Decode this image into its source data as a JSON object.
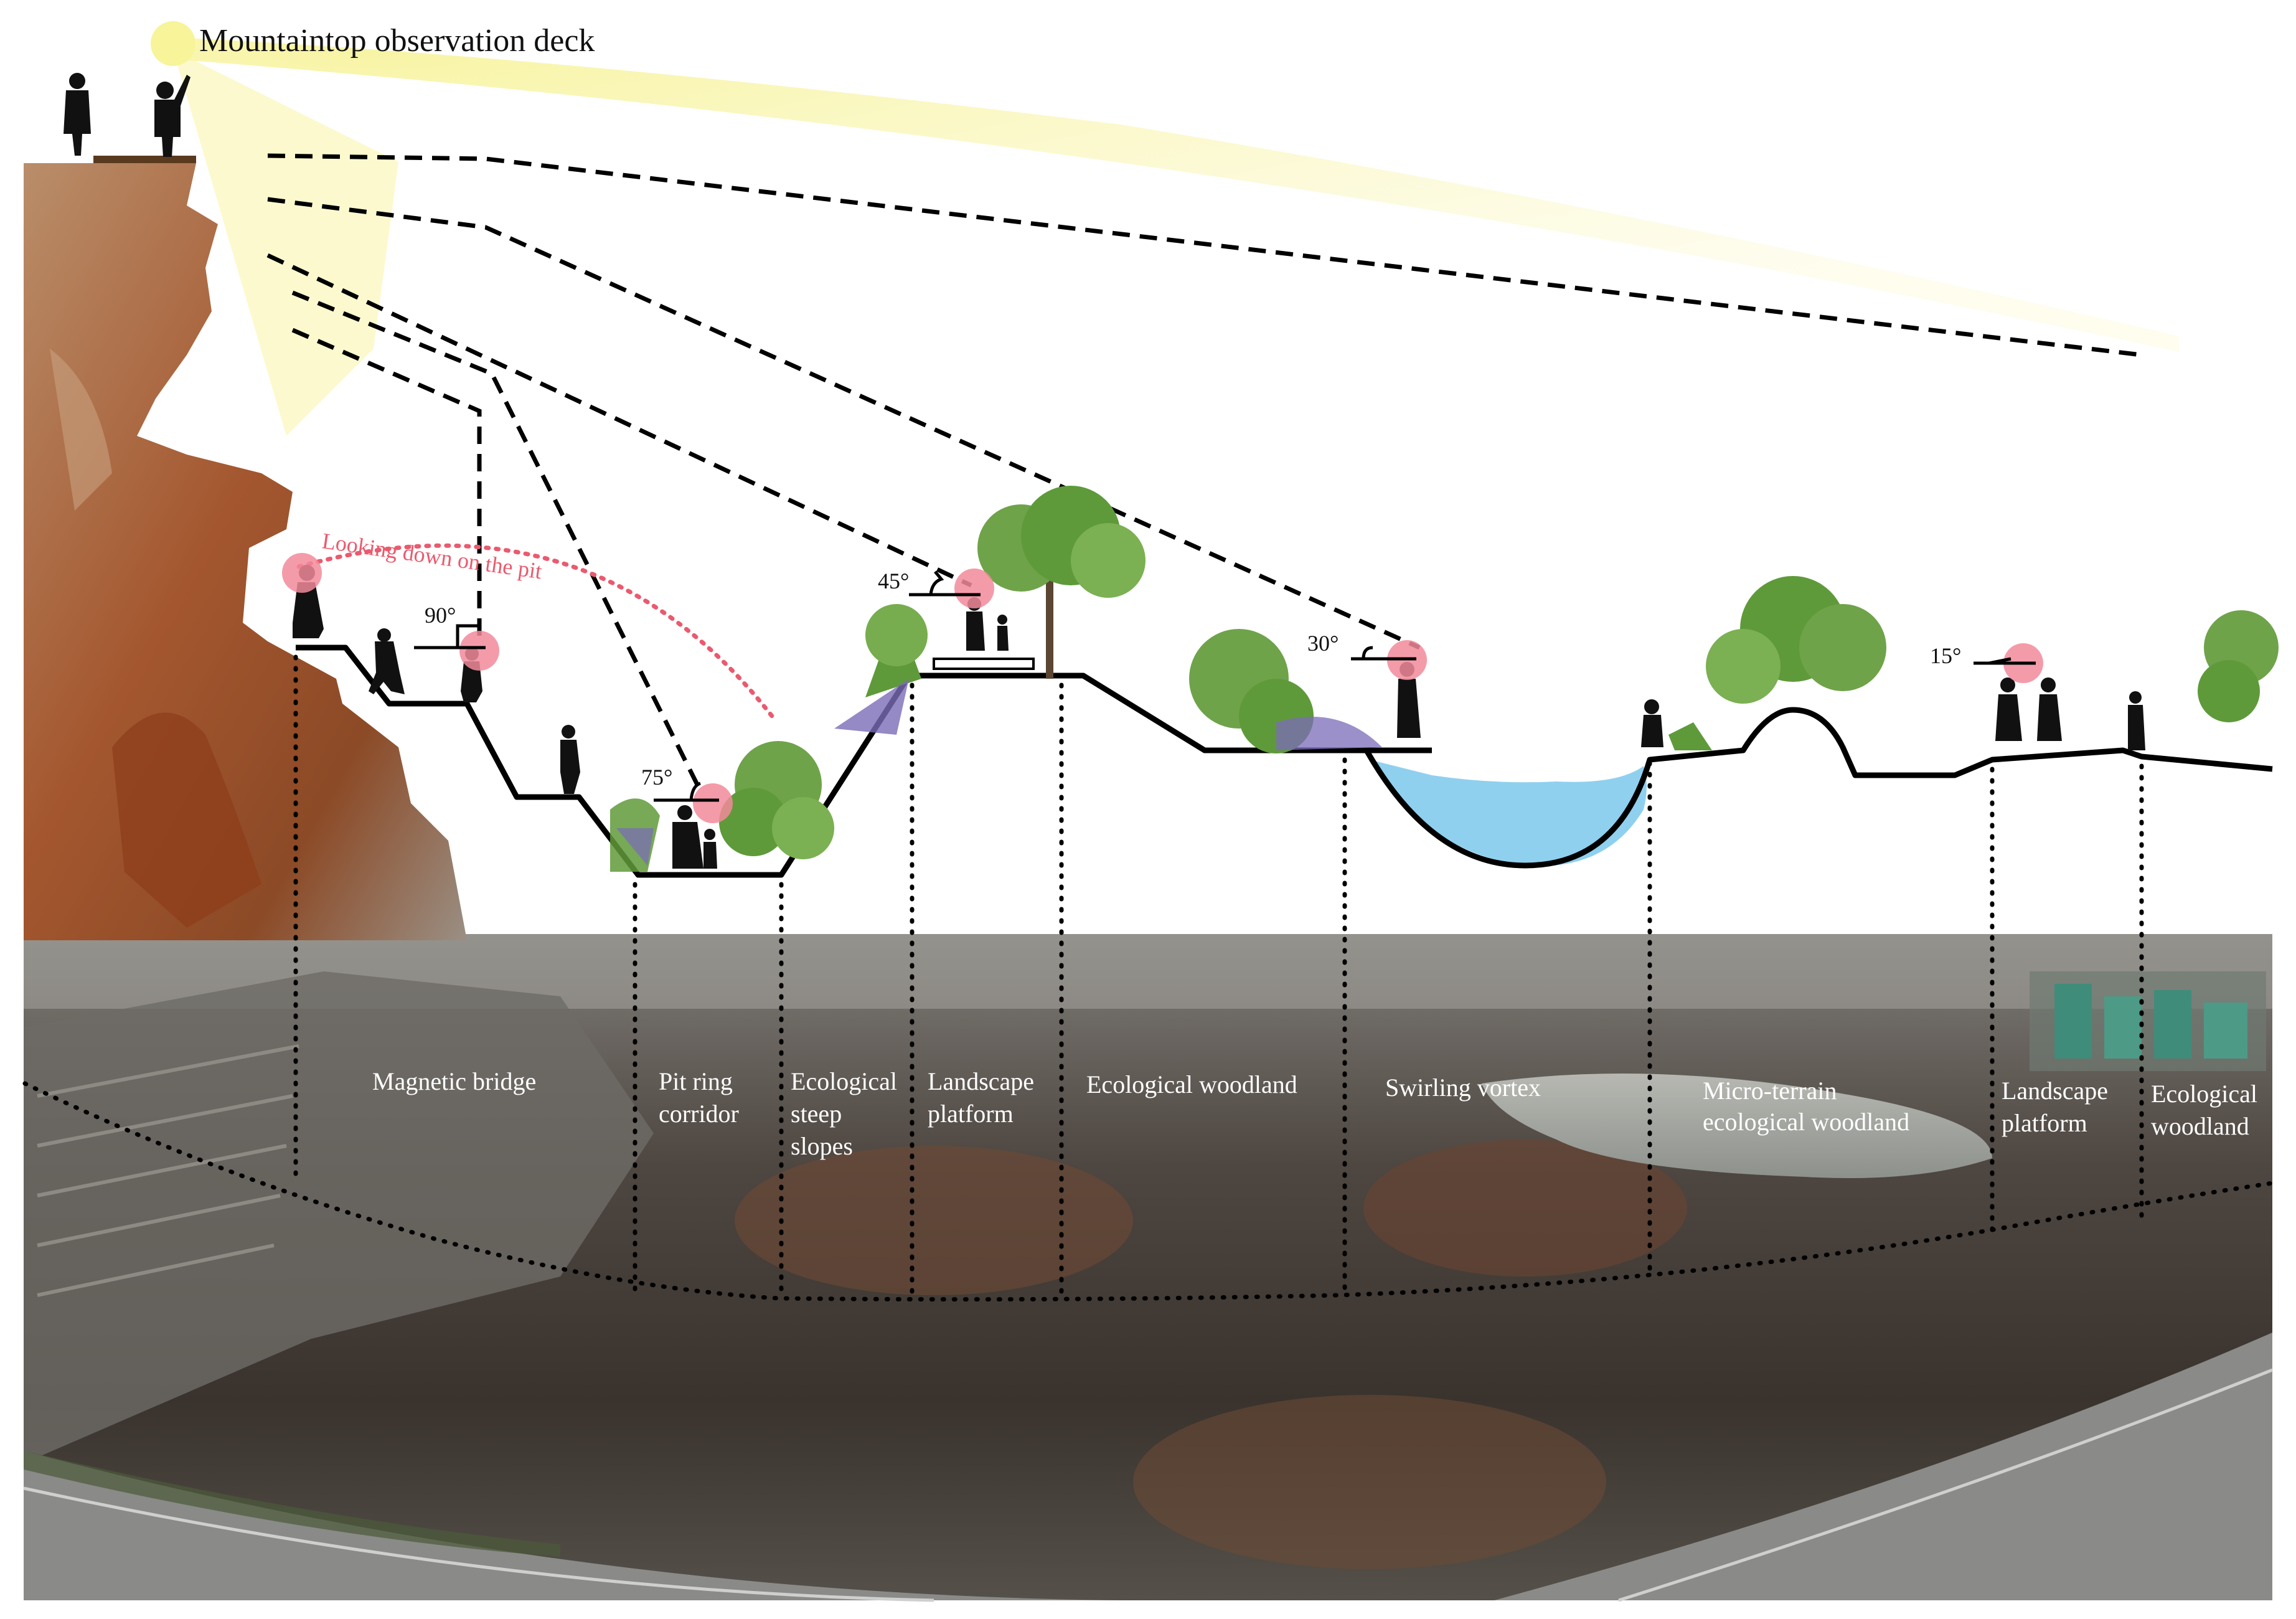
{
  "title": "Mountaintop observation deck",
  "arc_caption": "Looking down on the pit",
  "angles": [
    "90°",
    "75°",
    "45°",
    "30°",
    "15°"
  ],
  "zones": [
    {
      "lines": [
        "Magnetic bridge"
      ]
    },
    {
      "lines": [
        "Pit ring",
        "corridor"
      ]
    },
    {
      "lines": [
        "Ecological",
        "steep",
        "slopes"
      ]
    },
    {
      "lines": [
        "Landscape",
        "platform"
      ]
    },
    {
      "lines": [
        "Ecological woodland"
      ]
    },
    {
      "lines": [
        "Swirling vortex"
      ]
    },
    {
      "lines": [
        "Micro-terrain",
        "ecological woodland"
      ]
    },
    {
      "lines": [
        "Landscape",
        "platform"
      ]
    },
    {
      "lines": [
        "Ecological",
        "woodland"
      ]
    }
  ],
  "colors": {
    "section_line": "#000000",
    "water": "#8fd0ef",
    "sun": "#f7f49a",
    "sight_marker": "#f28a9a",
    "arc": "#ea5a6e",
    "rock": "#a9633a",
    "aerial_dark": "#3b3530",
    "vegetation": "#5f9a3a"
  },
  "icons": [
    "sun-icon",
    "person-silhouette-icon",
    "tree-icon",
    "eye-marker-icon"
  ]
}
